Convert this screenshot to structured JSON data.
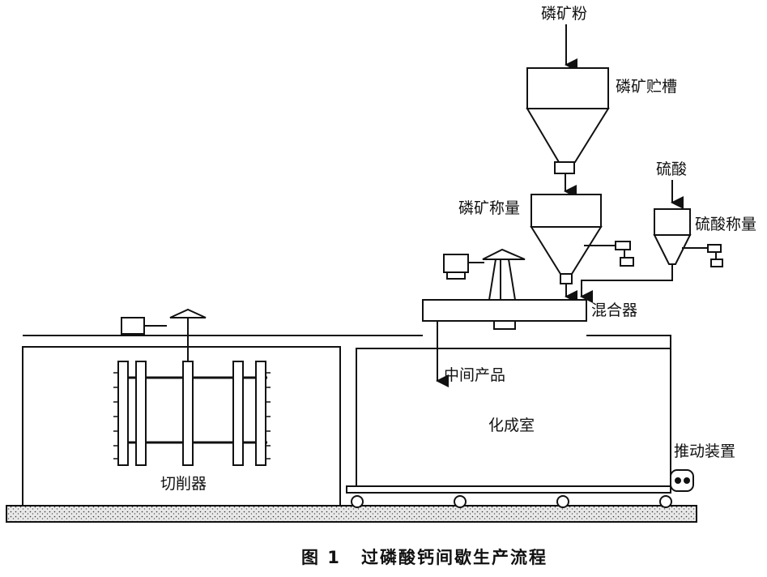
{
  "labels": {
    "phosphate_powder": "磷矿粉",
    "phosphate_hopper": "磷矿贮槽",
    "phosphate_weighing": "磷矿称量",
    "sulfuric_acid": "硫酸",
    "acid_weighing": "硫酸称量",
    "mixer": "混合器",
    "intermediate_product": "中间产品",
    "curing_chamber": "化成室",
    "pushing_device": "推动装置",
    "cutter": "切削器"
  },
  "caption": {
    "figure_no": "图 1",
    "title": "过磷酸钙间歇生产流程"
  }
}
